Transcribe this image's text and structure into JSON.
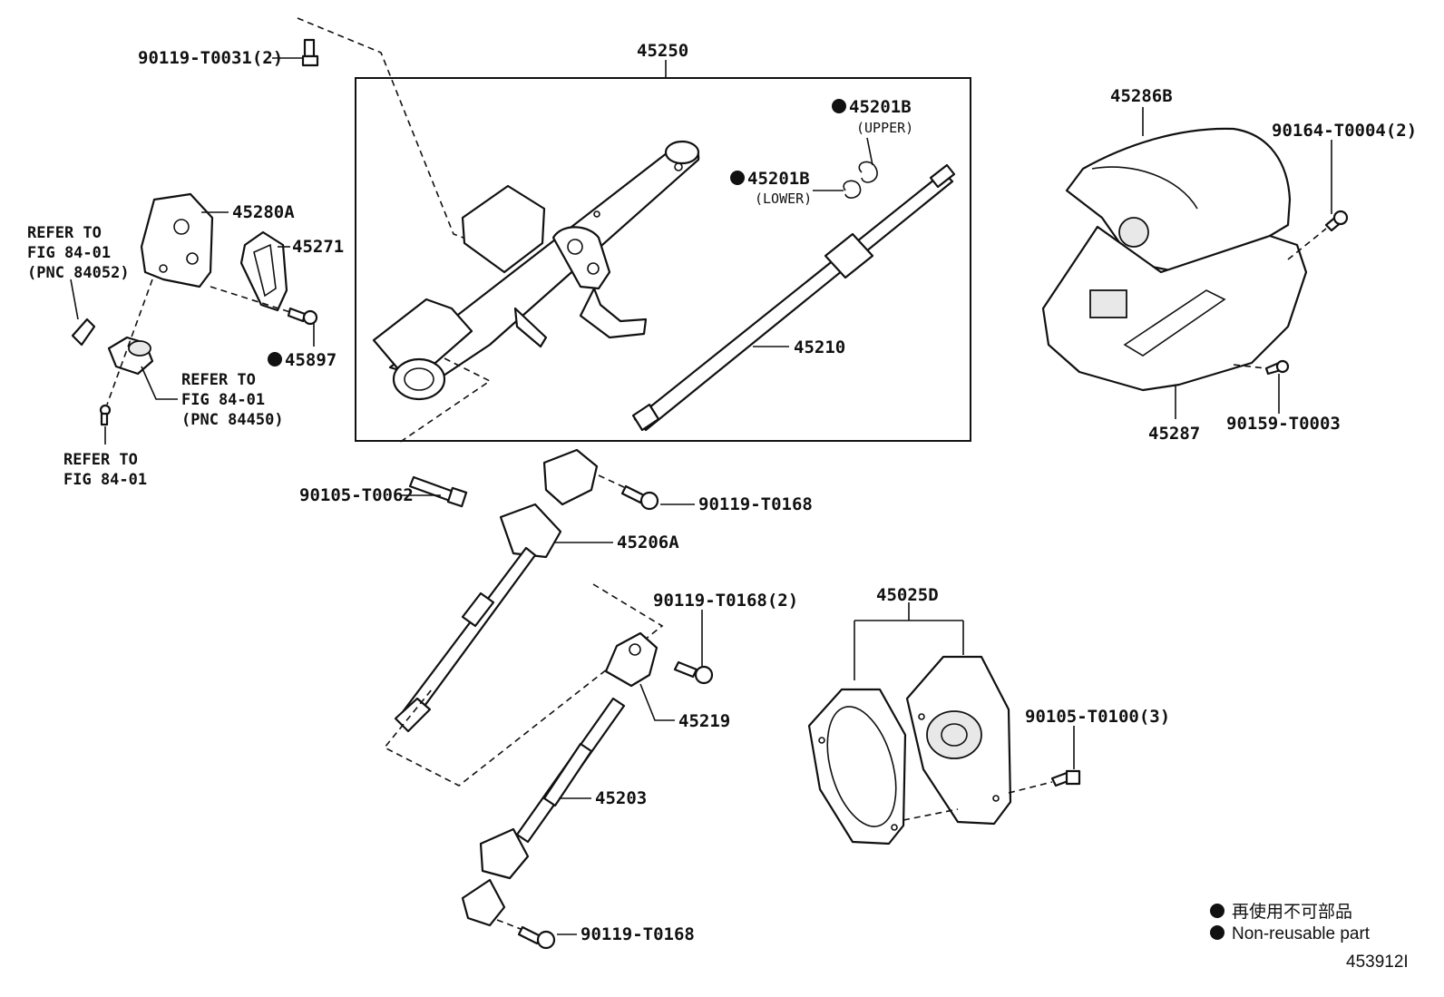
{
  "labels": {
    "p45250": "45250",
    "p45201b_upper": "45201B",
    "upper": "(UPPER)",
    "p45201b_lower": "45201B",
    "lower": "(LOWER)",
    "p45210": "45210",
    "p45286b": "45286B",
    "p90164": "90164-T0004(2)",
    "p90159": "90159-T0003",
    "p45287": "45287",
    "p90119_t0031": "90119-T0031(2)",
    "p45280a": "45280A",
    "p45271": "45271",
    "p45897": "45897",
    "refer1_a": "REFER TO",
    "refer1_b": "FIG 84-01",
    "refer1_c": "(PNC 84052)",
    "refer2_a": "REFER TO",
    "refer2_b": "FIG 84-01",
    "refer2_c": "(PNC 84450)",
    "refer3_a": "REFER TO",
    "refer3_b": "FIG 84-01",
    "p90105_t0062": "90105-T0062",
    "p90119_t0168_a": "90119-T0168",
    "p45206a": "45206A",
    "p90119_t0168_2": "90119-T0168(2)",
    "p45219": "45219",
    "p45203": "45203",
    "p90119_t0168_b": "90119-T0168",
    "p45025d": "45025D",
    "p90105_t0100": "90105-T0100(3)"
  },
  "legend": {
    "jp": "再使用不可部品",
    "en": "Non-reusable part"
  },
  "figure_id": "453912I"
}
